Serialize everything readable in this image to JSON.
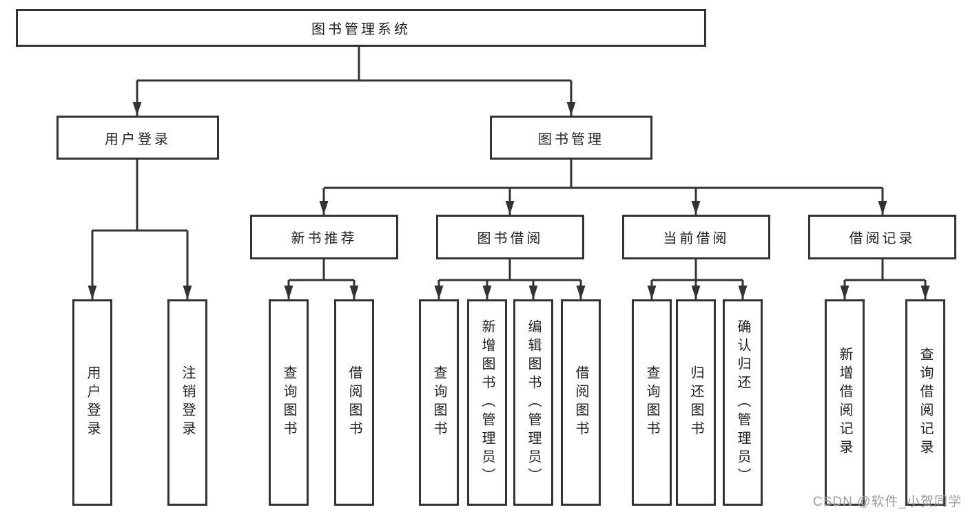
{
  "diagram": {
    "root": {
      "label": "图书管理系统"
    },
    "children": [
      {
        "label": "用户登录",
        "children": [
          {
            "label": "用户登录"
          },
          {
            "label": "注销登录"
          }
        ]
      },
      {
        "label": "图书管理",
        "children": [
          {
            "label": "新书推荐",
            "children": [
              {
                "label": "查询图书"
              },
              {
                "label": "借阅图书"
              }
            ]
          },
          {
            "label": "图书借阅",
            "children": [
              {
                "label": "查询图书"
              },
              {
                "label": "新增图书（管理员）"
              },
              {
                "label": "编辑图书（管理员）"
              },
              {
                "label": "借阅图书"
              }
            ]
          },
          {
            "label": "当前借阅",
            "children": [
              {
                "label": "查询图书"
              },
              {
                "label": "归还图书"
              },
              {
                "label": "确认归还（管理员）"
              }
            ]
          },
          {
            "label": "借阅记录",
            "children": [
              {
                "label": "新增借阅记录"
              },
              {
                "label": "查询借阅记录"
              }
            ]
          }
        ]
      }
    ]
  },
  "watermark": {
    "text": "CSDN @软件_小贺同学"
  },
  "colors": {
    "line": "#333333",
    "box_border": "#333333",
    "text": "#1f1f1f",
    "watermark": "#9c9c9e",
    "background": "#ffffff"
  }
}
